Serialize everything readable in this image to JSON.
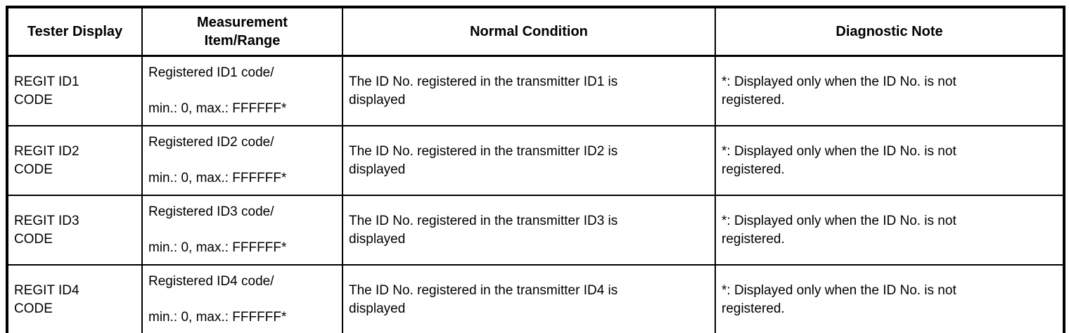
{
  "page": {
    "background_color": "#ffffff",
    "text_color": "#000000",
    "border_color": "#000000"
  },
  "table": {
    "headers": [
      "Tester Display",
      "Measurement\nItem/Range",
      "Normal Condition",
      "Diagnostic Note"
    ],
    "rows": [
      {
        "tester_display": "REGIT ID1\nCODE",
        "measurement_item_range": "Registered ID1 code/\n\nmin.: 0, max.: FFFFFF*",
        "normal_condition": "The ID No. registered in the transmitter ID1 is\ndisplayed",
        "diagnostic_note": "*: Displayed only when the ID No. is not\nregistered."
      },
      {
        "tester_display": "REGIT ID2\nCODE",
        "measurement_item_range": "Registered ID2 code/\n\nmin.: 0, max.: FFFFFF*",
        "normal_condition": "The ID No. registered in the transmitter ID2 is\ndisplayed",
        "diagnostic_note": "*: Displayed only when the ID No. is not\nregistered."
      },
      {
        "tester_display": "REGIT ID3\nCODE",
        "measurement_item_range": "Registered ID3 code/\n\nmin.: 0, max.: FFFFFF*",
        "normal_condition": "The ID No. registered in the transmitter ID3 is\ndisplayed",
        "diagnostic_note": "*: Displayed only when the ID No. is not\nregistered."
      },
      {
        "tester_display": "REGIT ID4\nCODE",
        "measurement_item_range": "Registered ID4 code/\n\nmin.: 0, max.: FFFFFF*",
        "normal_condition": "The ID No. registered in the transmitter ID4 is\ndisplayed",
        "diagnostic_note": "*: Displayed only when the ID No. is not\nregistered."
      }
    ]
  }
}
